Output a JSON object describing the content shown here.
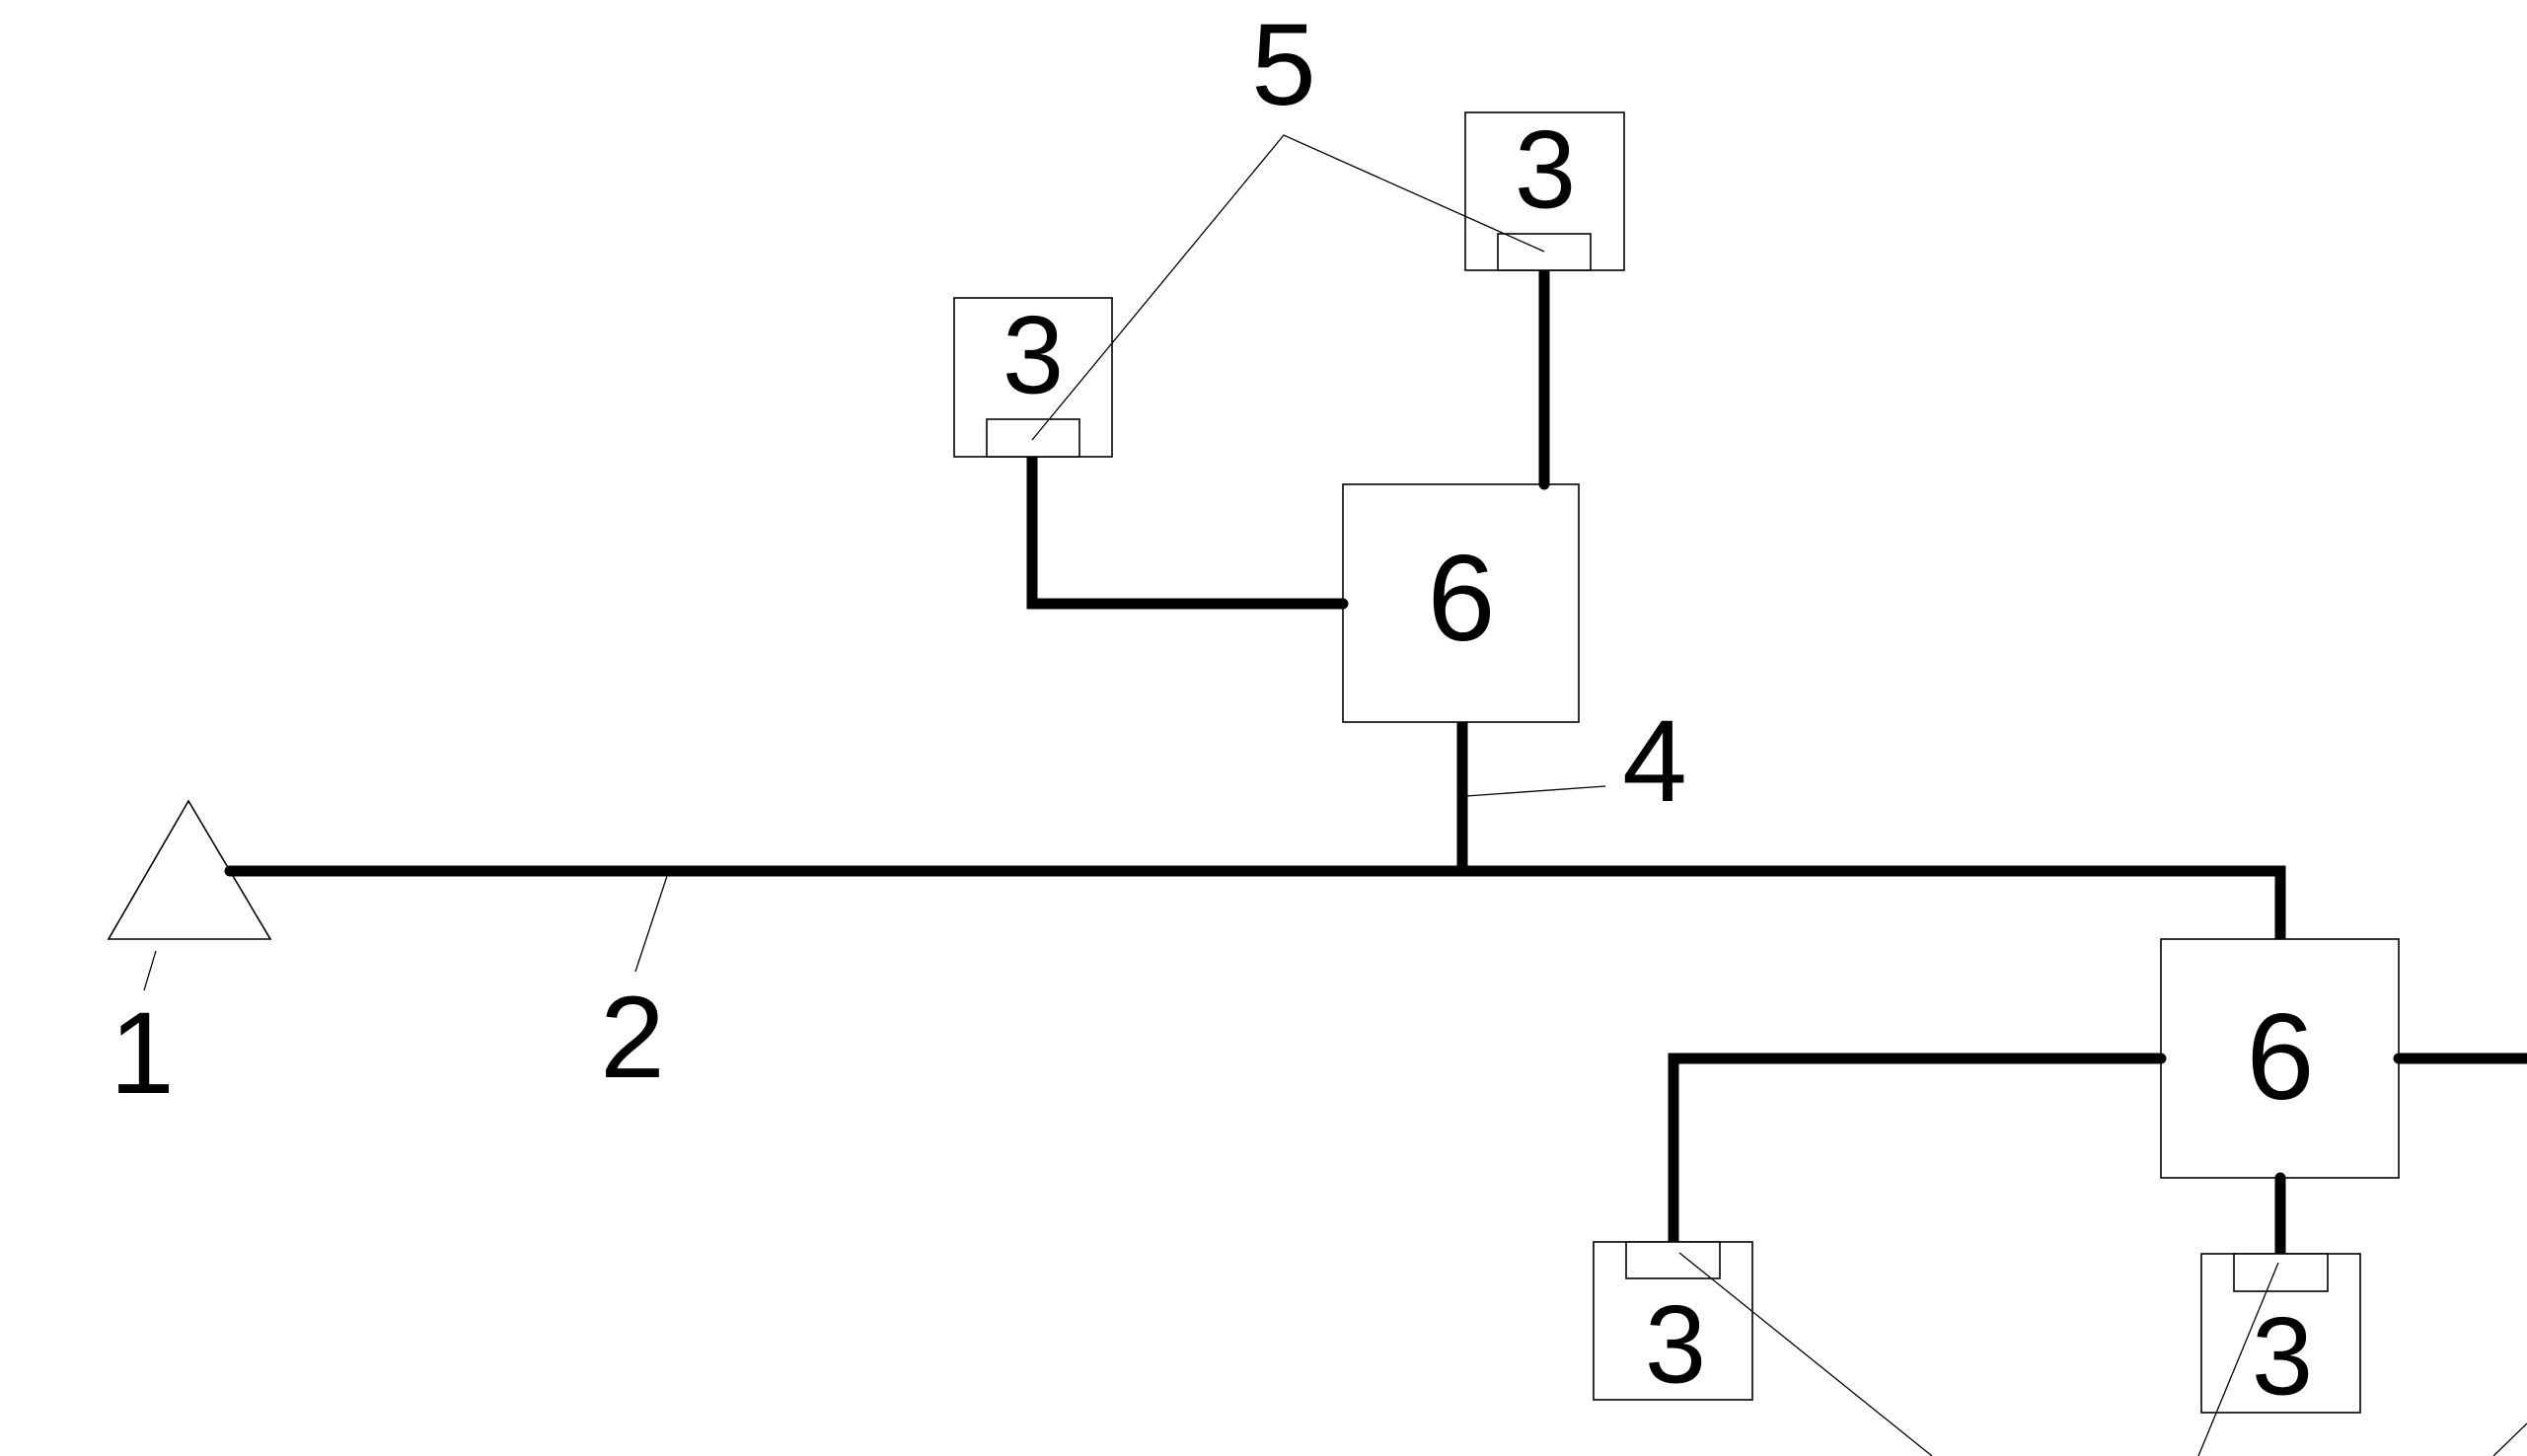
{
  "diagram": {
    "labels": {
      "source": "1",
      "main_line": "2",
      "terminal": "3",
      "branch_line": "4",
      "connector": "5",
      "hub": "6"
    },
    "colors": {
      "line": "#000000",
      "background": "#ffffff"
    }
  }
}
